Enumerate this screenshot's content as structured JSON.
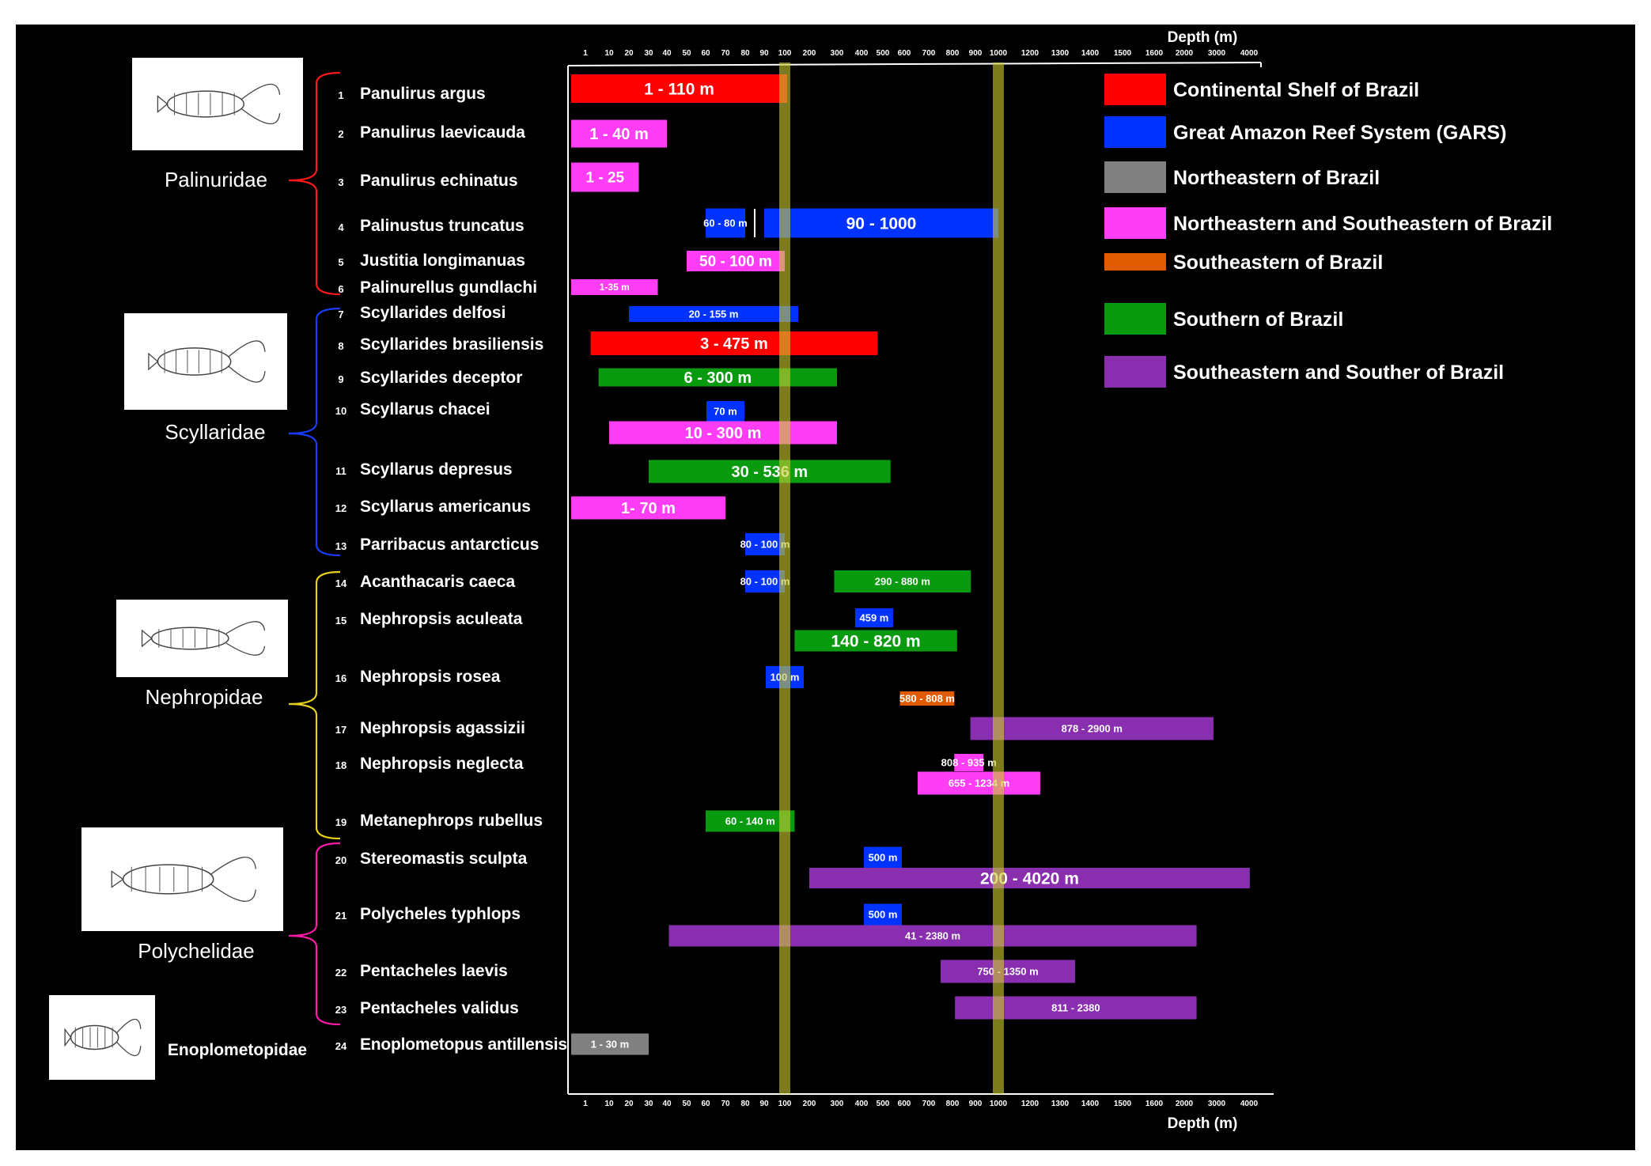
{
  "chart_data": {
    "type": "range-bar",
    "axis_title_top": "Depth (m)",
    "axis_title_bottom": "Depth (m)",
    "ticks": [
      "1",
      "10",
      "20",
      "30",
      "40",
      "50",
      "60",
      "70",
      "80",
      "90",
      "100",
      "200",
      "300",
      "400",
      "500",
      "600",
      "700",
      "800",
      "900",
      "1000",
      "1200",
      "1300",
      "1400",
      "1500",
      "1600",
      "2000",
      "3000",
      "4000"
    ],
    "reference_lines": [
      "100",
      "1000"
    ],
    "legend": [
      {
        "label": "Continental Shelf of Brazil",
        "color": "#ff0000"
      },
      {
        "label": "Great Amazon Reef System (GARS)",
        "color": "#0033ff"
      },
      {
        "label": "Northeastern of Brazil",
        "color": "#808080"
      },
      {
        "label": "Northeastern and Southeastern of Brazil",
        "color": "#ff3df5"
      },
      {
        "label": "Southeastern of Brazil",
        "color": "#e05a00"
      },
      {
        "label": "Southern of Brazil",
        "color": "#0a9a10"
      },
      {
        "label": "Southeastern and Souther of Brazil",
        "color": "#8a2eb0"
      }
    ],
    "families": [
      {
        "name": "Palinuridae",
        "bracket_color": "#ff1a1a",
        "first": 1,
        "last": 6
      },
      {
        "name": "Scyllaridae",
        "bracket_color": "#1a3cff",
        "first": 7,
        "last": 13
      },
      {
        "name": "Nephropidae",
        "bracket_color": "#e6d21a",
        "first": 14,
        "last": 19
      },
      {
        "name": "Polychelidae",
        "bracket_color": "#ff1aa8",
        "first": 20,
        "last": 23
      },
      {
        "name": "Enoplometopidae",
        "bracket_color": "",
        "first": 24,
        "last": 24
      }
    ],
    "species": [
      {
        "num": "1",
        "name": "Panulirus argus"
      },
      {
        "num": "2",
        "name": "Panulirus laevicauda"
      },
      {
        "num": "3",
        "name": "Panulirus echinatus"
      },
      {
        "num": "4",
        "name": "Palinustus truncatus"
      },
      {
        "num": "5",
        "name": "Justitia longimanuas"
      },
      {
        "num": "6",
        "name": "Palinurellus gundlachi"
      },
      {
        "num": "7",
        "name": "Scyllarides delfosi"
      },
      {
        "num": "8",
        "name": "Scyllarides brasiliensis"
      },
      {
        "num": "9",
        "name": "Scyllarides deceptor"
      },
      {
        "num": "10",
        "name": "Scyllarus chacei"
      },
      {
        "num": "11",
        "name": "Scyllarus depresus"
      },
      {
        "num": "12",
        "name": "Scyllarus americanus"
      },
      {
        "num": "13",
        "name": "Parribacus antarcticus"
      },
      {
        "num": "14",
        "name": "Acanthacaris caeca"
      },
      {
        "num": "15",
        "name": "Nephropsis aculeata"
      },
      {
        "num": "16",
        "name": "Nephropsis rosea"
      },
      {
        "num": "17",
        "name": "Nephropsis agassizii"
      },
      {
        "num": "18",
        "name": "Nephropsis neglecta"
      },
      {
        "num": "19",
        "name": "Metanephrops rubellus"
      },
      {
        "num": "20",
        "name": "Stereomastis sculpta"
      },
      {
        "num": "21",
        "name": "Polycheles typhlops"
      },
      {
        "num": "22",
        "name": "Pentacheles laevis"
      },
      {
        "num": "23",
        "name": "Pentacheles validus"
      },
      {
        "num": "24",
        "name": "Enoplometopus antillensis"
      }
    ],
    "ranges": [
      {
        "species": "1",
        "min": 1,
        "max": 110,
        "label": "1 - 110 m",
        "region": "Continental Shelf of Brazil",
        "color": "#ff0000"
      },
      {
        "species": "2",
        "min": 1,
        "max": 40,
        "label": "1 - 40 m",
        "region": "Northeastern and Southeastern of Brazil",
        "color": "#ff3df5"
      },
      {
        "species": "3",
        "min": 1,
        "max": 25,
        "label": "1 - 25",
        "region": "Northeastern and Southeastern of Brazil",
        "color": "#ff3df5"
      },
      {
        "species": "4",
        "min": 60,
        "max": 80,
        "label": "60 - 80 m",
        "region": "Great Amazon Reef System (GARS)",
        "color": "#0033ff"
      },
      {
        "species": "4",
        "min": 90,
        "max": 1000,
        "label": "90 - 1000",
        "region": "Great Amazon Reef System (GARS)",
        "color": "#0033ff"
      },
      {
        "species": "5",
        "min": 50,
        "max": 100,
        "label": "50 - 100 m",
        "region": "Northeastern and Southeastern of Brazil",
        "color": "#ff3df5"
      },
      {
        "species": "6",
        "min": 1,
        "max": 35,
        "label": "1-35 m",
        "region": "Northeastern and Southeastern of Brazil",
        "color": "#ff3df5"
      },
      {
        "species": "7",
        "min": 20,
        "max": 155,
        "label": "20 - 155 m",
        "region": "Great Amazon Reef System (GARS)",
        "color": "#0033ff"
      },
      {
        "species": "8",
        "min": 3,
        "max": 475,
        "label": "3 - 475 m",
        "region": "Continental Shelf of Brazil",
        "color": "#ff0000"
      },
      {
        "species": "9",
        "min": 6,
        "max": 300,
        "label": "6 - 300 m",
        "region": "Southern of Brazil",
        "color": "#0a9a10"
      },
      {
        "species": "10",
        "min": 70,
        "max": 70,
        "label": "70 m",
        "region": "Great Amazon Reef System (GARS)",
        "color": "#0033ff"
      },
      {
        "species": "10",
        "min": 10,
        "max": 300,
        "label": "10 - 300  m",
        "region": "Northeastern and Southeastern of Brazil",
        "color": "#ff3df5"
      },
      {
        "species": "11",
        "min": 30,
        "max": 536,
        "label": "30 - 536 m",
        "region": "Southern of Brazil",
        "color": "#0a9a10"
      },
      {
        "species": "12",
        "min": 1,
        "max": 70,
        "label": "1- 70 m",
        "region": "Northeastern and Southeastern of Brazil",
        "color": "#ff3df5"
      },
      {
        "species": "13",
        "min": 80,
        "max": 100,
        "label": "80 - 100 m",
        "region": "Great Amazon Reef System (GARS)",
        "color": "#0033ff"
      },
      {
        "species": "14",
        "min": 80,
        "max": 100,
        "label": "80 - 100 m",
        "region": "Great Amazon Reef System (GARS)",
        "color": "#0033ff"
      },
      {
        "species": "14",
        "min": 290,
        "max": 880,
        "label": "290 - 880 m",
        "region": "Southern of Brazil",
        "color": "#0a9a10"
      },
      {
        "species": "15",
        "min": 459,
        "max": 459,
        "label": "459 m",
        "region": "Great Amazon Reef System (GARS)",
        "color": "#0033ff"
      },
      {
        "species": "15",
        "min": 140,
        "max": 820,
        "label": "140 - 820 m",
        "region": "Southern of Brazil",
        "color": "#0a9a10"
      },
      {
        "species": "16",
        "min": 100,
        "max": 100,
        "label": "100 m",
        "region": "Great Amazon Reef System (GARS)",
        "color": "#0033ff"
      },
      {
        "species": "16",
        "min": 580,
        "max": 808,
        "label": "580 - 808 m",
        "region": "Southeastern of Brazil",
        "color": "#e05a00"
      },
      {
        "species": "17",
        "min": 878,
        "max": 2900,
        "label": "878 - 2900 m",
        "region": "Southeastern and Souther of Brazil",
        "color": "#8a2eb0"
      },
      {
        "species": "18",
        "min": 808,
        "max": 935,
        "label": "808 - 935 m",
        "region": "Northeastern and Southeastern of Brazil",
        "color": "#ff3df5"
      },
      {
        "species": "18",
        "min": 655,
        "max": 1234,
        "label": "655 - 1234 m",
        "region": "Northeastern and Southeastern of Brazil",
        "color": "#ff3df5"
      },
      {
        "species": "19",
        "min": 60,
        "max": 140,
        "label": "60 - 140 m",
        "region": "Southern of Brazil",
        "color": "#0a9a10"
      },
      {
        "species": "20",
        "min": 500,
        "max": 500,
        "label": "500 m",
        "region": "Great Amazon Reef System (GARS)",
        "color": "#0033ff"
      },
      {
        "species": "20",
        "min": 200,
        "max": 4020,
        "label": "200 - 4020 m",
        "region": "Southeastern and Souther of Brazil",
        "color": "#8a2eb0"
      },
      {
        "species": "21",
        "min": 500,
        "max": 500,
        "label": "500 m",
        "region": "Great Amazon Reef System (GARS)",
        "color": "#0033ff"
      },
      {
        "species": "21",
        "min": 41,
        "max": 2380,
        "label": "41 - 2380 m",
        "region": "Southeastern and Souther of Brazil",
        "color": "#8a2eb0"
      },
      {
        "species": "22",
        "min": 750,
        "max": 1350,
        "label": "750 - 1350 m",
        "region": "Southeastern and Souther of Brazil",
        "color": "#8a2eb0"
      },
      {
        "species": "23",
        "min": 811,
        "max": 2380,
        "label": "811 - 2380",
        "region": "Southeastern and Souther of Brazil",
        "color": "#8a2eb0"
      },
      {
        "species": "24",
        "min": 1,
        "max": 30,
        "label": "1 - 30 m",
        "region": "Northeastern of Brazil",
        "color": "#808080"
      }
    ]
  }
}
